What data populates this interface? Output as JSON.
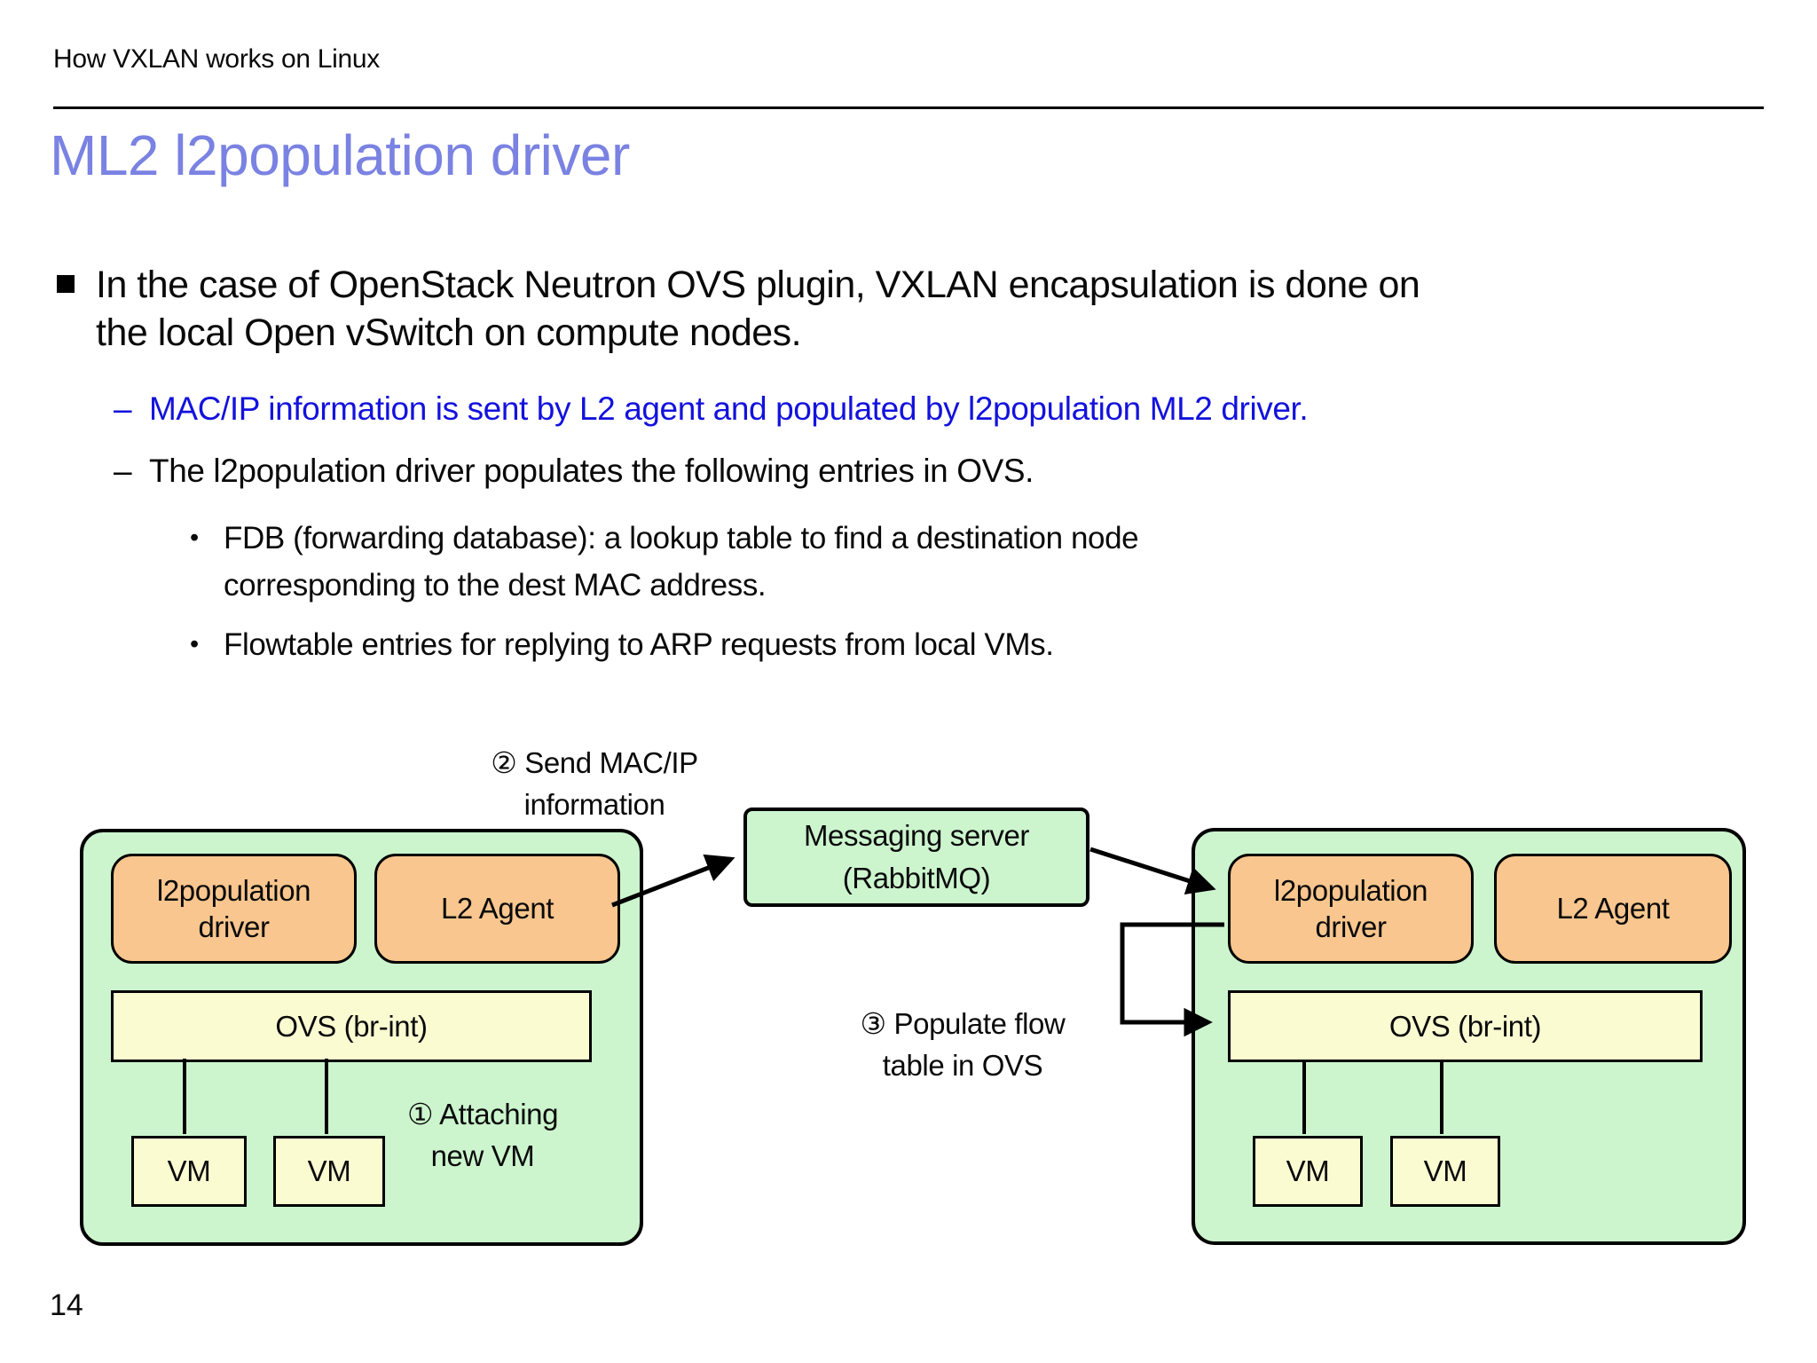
{
  "slide": {
    "header": "How VXLAN works on Linux",
    "title": "ML2 l2population driver",
    "page_number": "14"
  },
  "markers": {
    "level2": "–",
    "level3": "•"
  },
  "bullets": {
    "b1": "In the case of OpenStack Neutron OVS plugin, VXLAN encapsulation is done on\nthe local Open vSwitch on compute nodes.",
    "b1_sub1": "MAC/IP information is sent by L2 agent and populated by l2population ML2 driver.",
    "b1_sub2": "The l2population driver populates the following entries in OVS.",
    "b1_sub2_a": "FDB (forwarding database): a lookup table to find a destination node\ncorresponding to the dest MAC address.",
    "b1_sub2_b": "Flowtable entries for replying to ARP requests from local VMs."
  },
  "diagram": {
    "labels": {
      "step1": "① Attaching\nnew VM",
      "step2": "② Send MAC/IP\ninformation",
      "step3": "③ Populate flow\ntable in OVS"
    },
    "messaging_server": "Messaging server\n(RabbitMQ)",
    "left_node": {
      "l2population_driver": "l2population\ndriver",
      "l2_agent": "L2 Agent",
      "ovs": "OVS (br-int)",
      "vm_a": "VM",
      "vm_b": "VM"
    },
    "right_node": {
      "l2population_driver": "l2population\ndriver",
      "l2_agent": "L2 Agent",
      "ovs": "OVS (br-int)",
      "vm_a": "VM",
      "vm_b": "VM"
    }
  },
  "colors": {
    "title_text": "#7a82e2",
    "highlight_text": "#1312dd",
    "body_text": "#0a0a0a",
    "node_fill": "#ccf5ce",
    "component_fill": "#f8c68e",
    "ovs_fill": "#fbfbd2",
    "server_fill": "#ccf5ce",
    "line": "#000000"
  }
}
